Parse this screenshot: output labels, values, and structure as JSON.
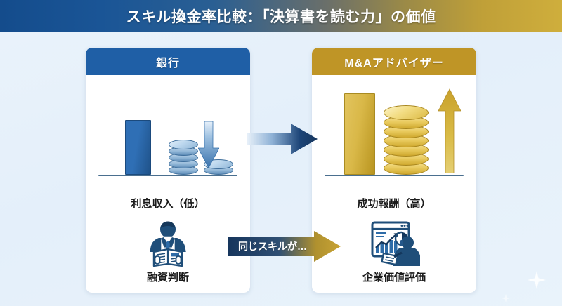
{
  "header": {
    "title": "スキル換金率比較：「決算書を読む力」の価値",
    "gradient_from": "#144c8c",
    "gradient_to": "#cfae3c"
  },
  "background_color": "#e8f2fb",
  "panels": [
    {
      "id": "bank",
      "head_label": "銀行",
      "head_color": "#1f5fa6",
      "chart": {
        "bar_label": "利息収入（低）",
        "bar_color": "#2f6fb5",
        "bar_level": "low",
        "coin_stack_large_count": 4,
        "coin_stack_small_count": 2,
        "trend": "down",
        "trend_arrow_color": "#3b76b5"
      },
      "bottom": {
        "icon": "person-reading-document-icon",
        "label": "融資判断",
        "icon_color": "#1f4e79"
      }
    },
    {
      "id": "ma-advisor",
      "head_label": "M&Aアドバイザー",
      "head_color": "#bf9526",
      "chart": {
        "bar_label": "成功報酬（高）",
        "bar_color": "#d9b848",
        "bar_level": "high",
        "coin_stack_large_count": 6,
        "coin_stack_small_count": 0,
        "trend": "up",
        "trend_arrow_color": "#c9a336"
      },
      "bottom": {
        "icon": "analyst-valuation-chart-icon",
        "label": "企業価値評価",
        "icon_color": "#1f4e79"
      }
    }
  ],
  "connectors": [
    {
      "id": "top-connector",
      "label": "",
      "direction": "right",
      "color_from": "#dbe9f6",
      "color_to": "#1b3f70"
    },
    {
      "id": "bottom-connector",
      "label": "同じスキルが…",
      "direction": "right",
      "color_from": "#17365d",
      "color_to": "#c6a033"
    }
  ],
  "decorations": {
    "sparkle_name": "sparkle-icon",
    "sparkle_count": 2
  }
}
